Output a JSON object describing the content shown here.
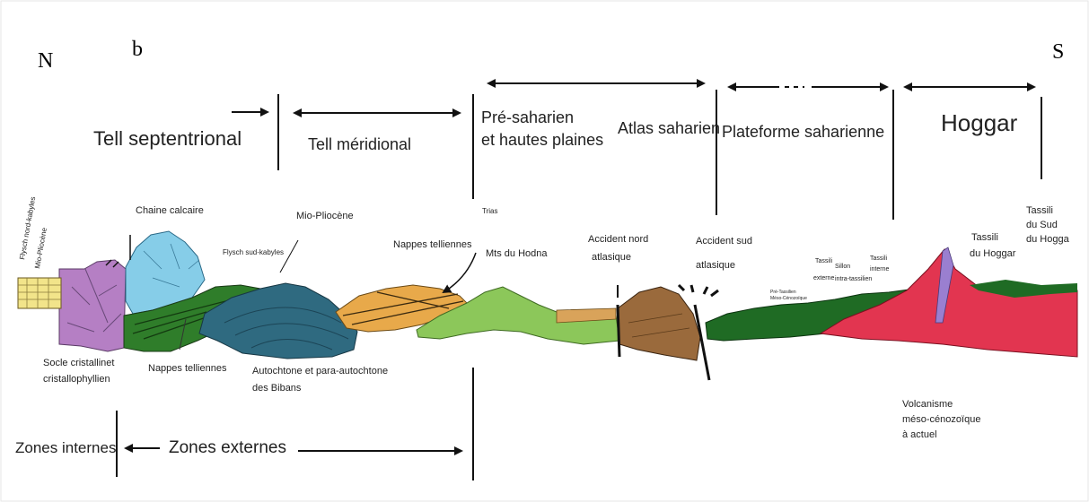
{
  "orientation": {
    "north": "N",
    "south": "S",
    "panel": "b"
  },
  "domains": {
    "tell_septentrional": "Tell septentrional",
    "tell_meridional": "Tell méridional",
    "pre_saharien_1": "Pré-saharien",
    "pre_saharien_2": "et hautes plaines",
    "atlas_saharien": "Atlas saharien",
    "plateforme": "Plateforme saharienne",
    "hoggar": "Hoggar"
  },
  "labels": {
    "flysch_nord": "Flysch nord-kabyles",
    "mio_pliocene_left": "Mio-Pliocène",
    "chaine_calcaire": "Chaine calcaire",
    "mio_pliocene": "Mio-Pliocène",
    "flysch_sud": "Flysch sud-kabyles",
    "trias": "Trias",
    "nappes_telliennes_top": "Nappes telliennes",
    "mts_hodna": "Mts du Hodna",
    "accident_nord_1": "Accident nord",
    "accident_nord_2": "atlasique",
    "accident_sud_1": "Accident sud",
    "accident_sud_2": "atlasique",
    "pre_tassilien": "Pré-Tassilien",
    "meso_cenozoique": "Méso-Cénozoïque",
    "tassili_externe_1": "Tassili",
    "tassili_externe_2": "externe",
    "sillon_1": "Sillon",
    "sillon_2": "intra-tassilien",
    "tassili_interne_1": "Tassili",
    "tassili_interne_2": "interne",
    "tassili_hoggar_1": "Tassili",
    "tassili_hoggar_2": "du Hoggar",
    "tassili_sud_1": "Tassili",
    "tassili_sud_2": "du Sud",
    "tassili_sud_3": "du Hogga",
    "socle_1": "Socle cristallinet",
    "socle_2": "cristallophyllien",
    "nappes_telliennes_bottom": "Nappes telliennes",
    "autochtone_1": "Autochtone et para-autochtone",
    "autochtone_2": "des Bibans",
    "volcanisme_1": "Volcanisme",
    "volcanisme_2": "méso-cénozoïque",
    "volcanisme_3": "à actuel"
  },
  "zones": {
    "internes": "Zones internes",
    "externes": "Zones externes"
  },
  "colors": {
    "socle": "#b57fc4",
    "flysch": "#f2e48a",
    "calcaire": "#86cde8",
    "nappes_green": "#2f7d2a",
    "autochtone": "#2f6a80",
    "nappes_orange": "#e8a94a",
    "hodna": "#8cc75a",
    "atlas": "#9a6a3c",
    "plateforme": "#1f6b24",
    "hoggar": "#e23550",
    "volcanic": "#9a7fd0"
  }
}
